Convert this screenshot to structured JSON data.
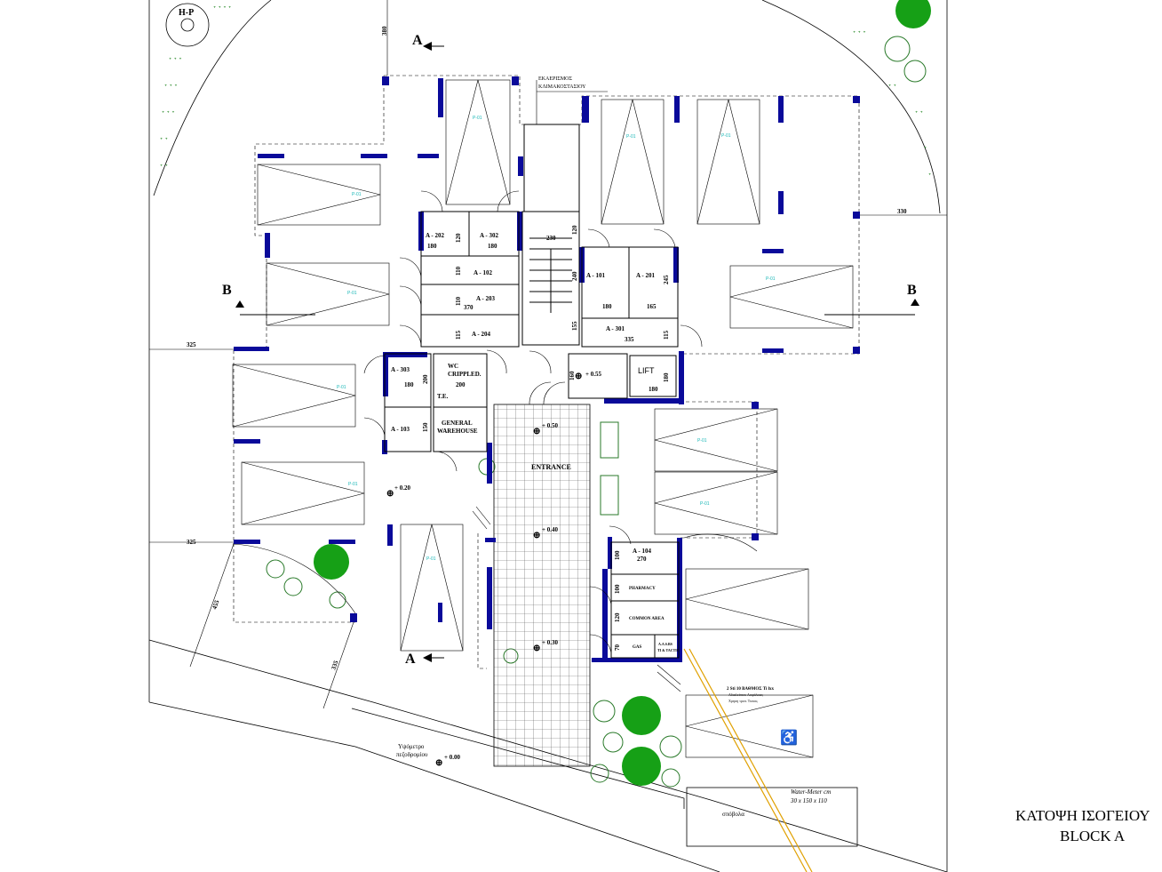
{
  "title": {
    "line1": "ΚΑΤΟΨΗ ΙΣΟΓΕΙΟΥ",
    "line2": "BLOCK A"
  },
  "labels": {
    "hp": "H-P",
    "stair_ext_1": "ΕΚΑΕΡΙΣΜΟΣ",
    "stair_ext_2": "ΚΛΙΜΑΚΟΣΤΑΣΙΟΥ",
    "entrance": "ENTRANCE",
    "lift": "LIFT",
    "wc_1": "WC",
    "wc_2": "CRIPPLED.",
    "te": "T.E.",
    "gw_1": "GENERAL",
    "gw_2": "WAREHOUSE",
    "pharmacy": "PHARMACY",
    "common": "COMMON AREA",
    "gas": "GAS",
    "al_1": "A.A.S.BS",
    "al_2": "TI & TACTIC",
    "note_1": "2 Sti 10 ΒΑΘΜΟΣ Ti lxx",
    "note_2": "Αδιαλείπτου Ασφάλειας",
    "note_3": "Χρηση τροπ. Τυποις",
    "sidewalk_1": "Υψόμετρο",
    "sidewalk_2": "πεζοδρομίου",
    "water_1": "Water-Meter cm",
    "water_2": "30 x 150 x 110",
    "stofa": "σπόβολα"
  },
  "section_marks": {
    "a": "A",
    "b": "B"
  },
  "rooms": [
    {
      "id": "A - 202",
      "dim_w": "180",
      "dim_h": "120"
    },
    {
      "id": "A - 302",
      "dim_w": "180"
    },
    {
      "id": "A - 102",
      "dim_h": "110"
    },
    {
      "id": "A - 203",
      "dim_h": "110",
      "dim_w": "370"
    },
    {
      "id": "A - 204",
      "dim_h": "115"
    },
    {
      "id": "A - 101",
      "dim_w": "180"
    },
    {
      "id": "A - 201",
      "dim_w": "165",
      "dim_h": "245"
    },
    {
      "id": "A - 301",
      "dim_w": "335",
      "dim_h": "115"
    },
    {
      "id": "A - 303",
      "dim_w": "180",
      "dim_h": "200"
    },
    {
      "id": "A - 103",
      "dim_h": "150"
    },
    {
      "id": "A - 104",
      "dim_w": "270",
      "dim_h": "100"
    }
  ],
  "dims": {
    "d380": "380",
    "d330": "330",
    "d325a": "325",
    "d325b": "325",
    "d230": "230",
    "d120": "120",
    "d240": "240",
    "d155": "155",
    "d160": "160",
    "d180": "180",
    "d200": "200",
    "d100": "100",
    "d120b": "120",
    "d70": "70",
    "d455": "455",
    "d335": "335"
  },
  "levels": {
    "l055": "+ 0.55",
    "l050": "+ 0.50",
    "l040": "+ 0.40",
    "l030": "+ 0.30",
    "l020": "+ 0.20",
    "l000": "+ 0.00"
  },
  "parking_tag": "P-01",
  "colors": {
    "column": "#0a0a9a",
    "tree": "#16a016",
    "shrub": "#2a7a2a",
    "tag": "#19b7b7",
    "line": "#000000",
    "sightline": "#e0a000"
  }
}
